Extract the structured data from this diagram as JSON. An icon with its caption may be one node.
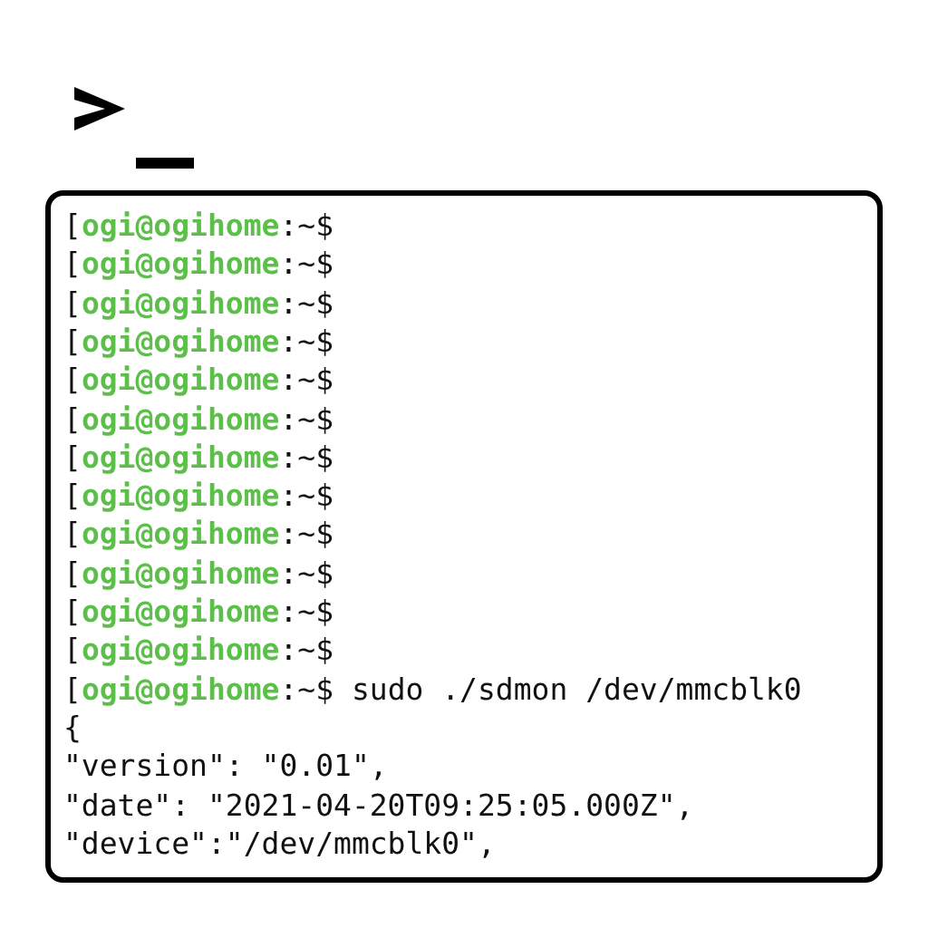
{
  "diagram": {
    "nodes": [
      {
        "text": [
          "[**ogi@ogihome**:~$",
          "[**ogi@ogihome**:~$",
          "[**ogi@ogihome**:~$",
          "[**ogi@ogihome**:~$",
          "[**ogi@ogihome**:~$",
          "[**ogi@ogihome**:~$",
          "[**ogi@ogihome**:~$",
          "[**ogi@ogihome**:~$",
          "[**ogi@ogihome**:~$",
          "[**ogi@ogihome**:~$",
          "[**ogi@ogihome**:~$",
          "[**ogi@ogihome**:~$",
          "[**ogi@ogihome**:~$ sudo ./sdmon /dev/mmcblk0",
          "{",
          "\"version\": \"0.01\",",
          "\"date\": \"2021-04-20T09:25:05.000Z\",",
          "\"device\":\"/dev/mmcblk0\","
        ]
      }
    ]
  }
}
